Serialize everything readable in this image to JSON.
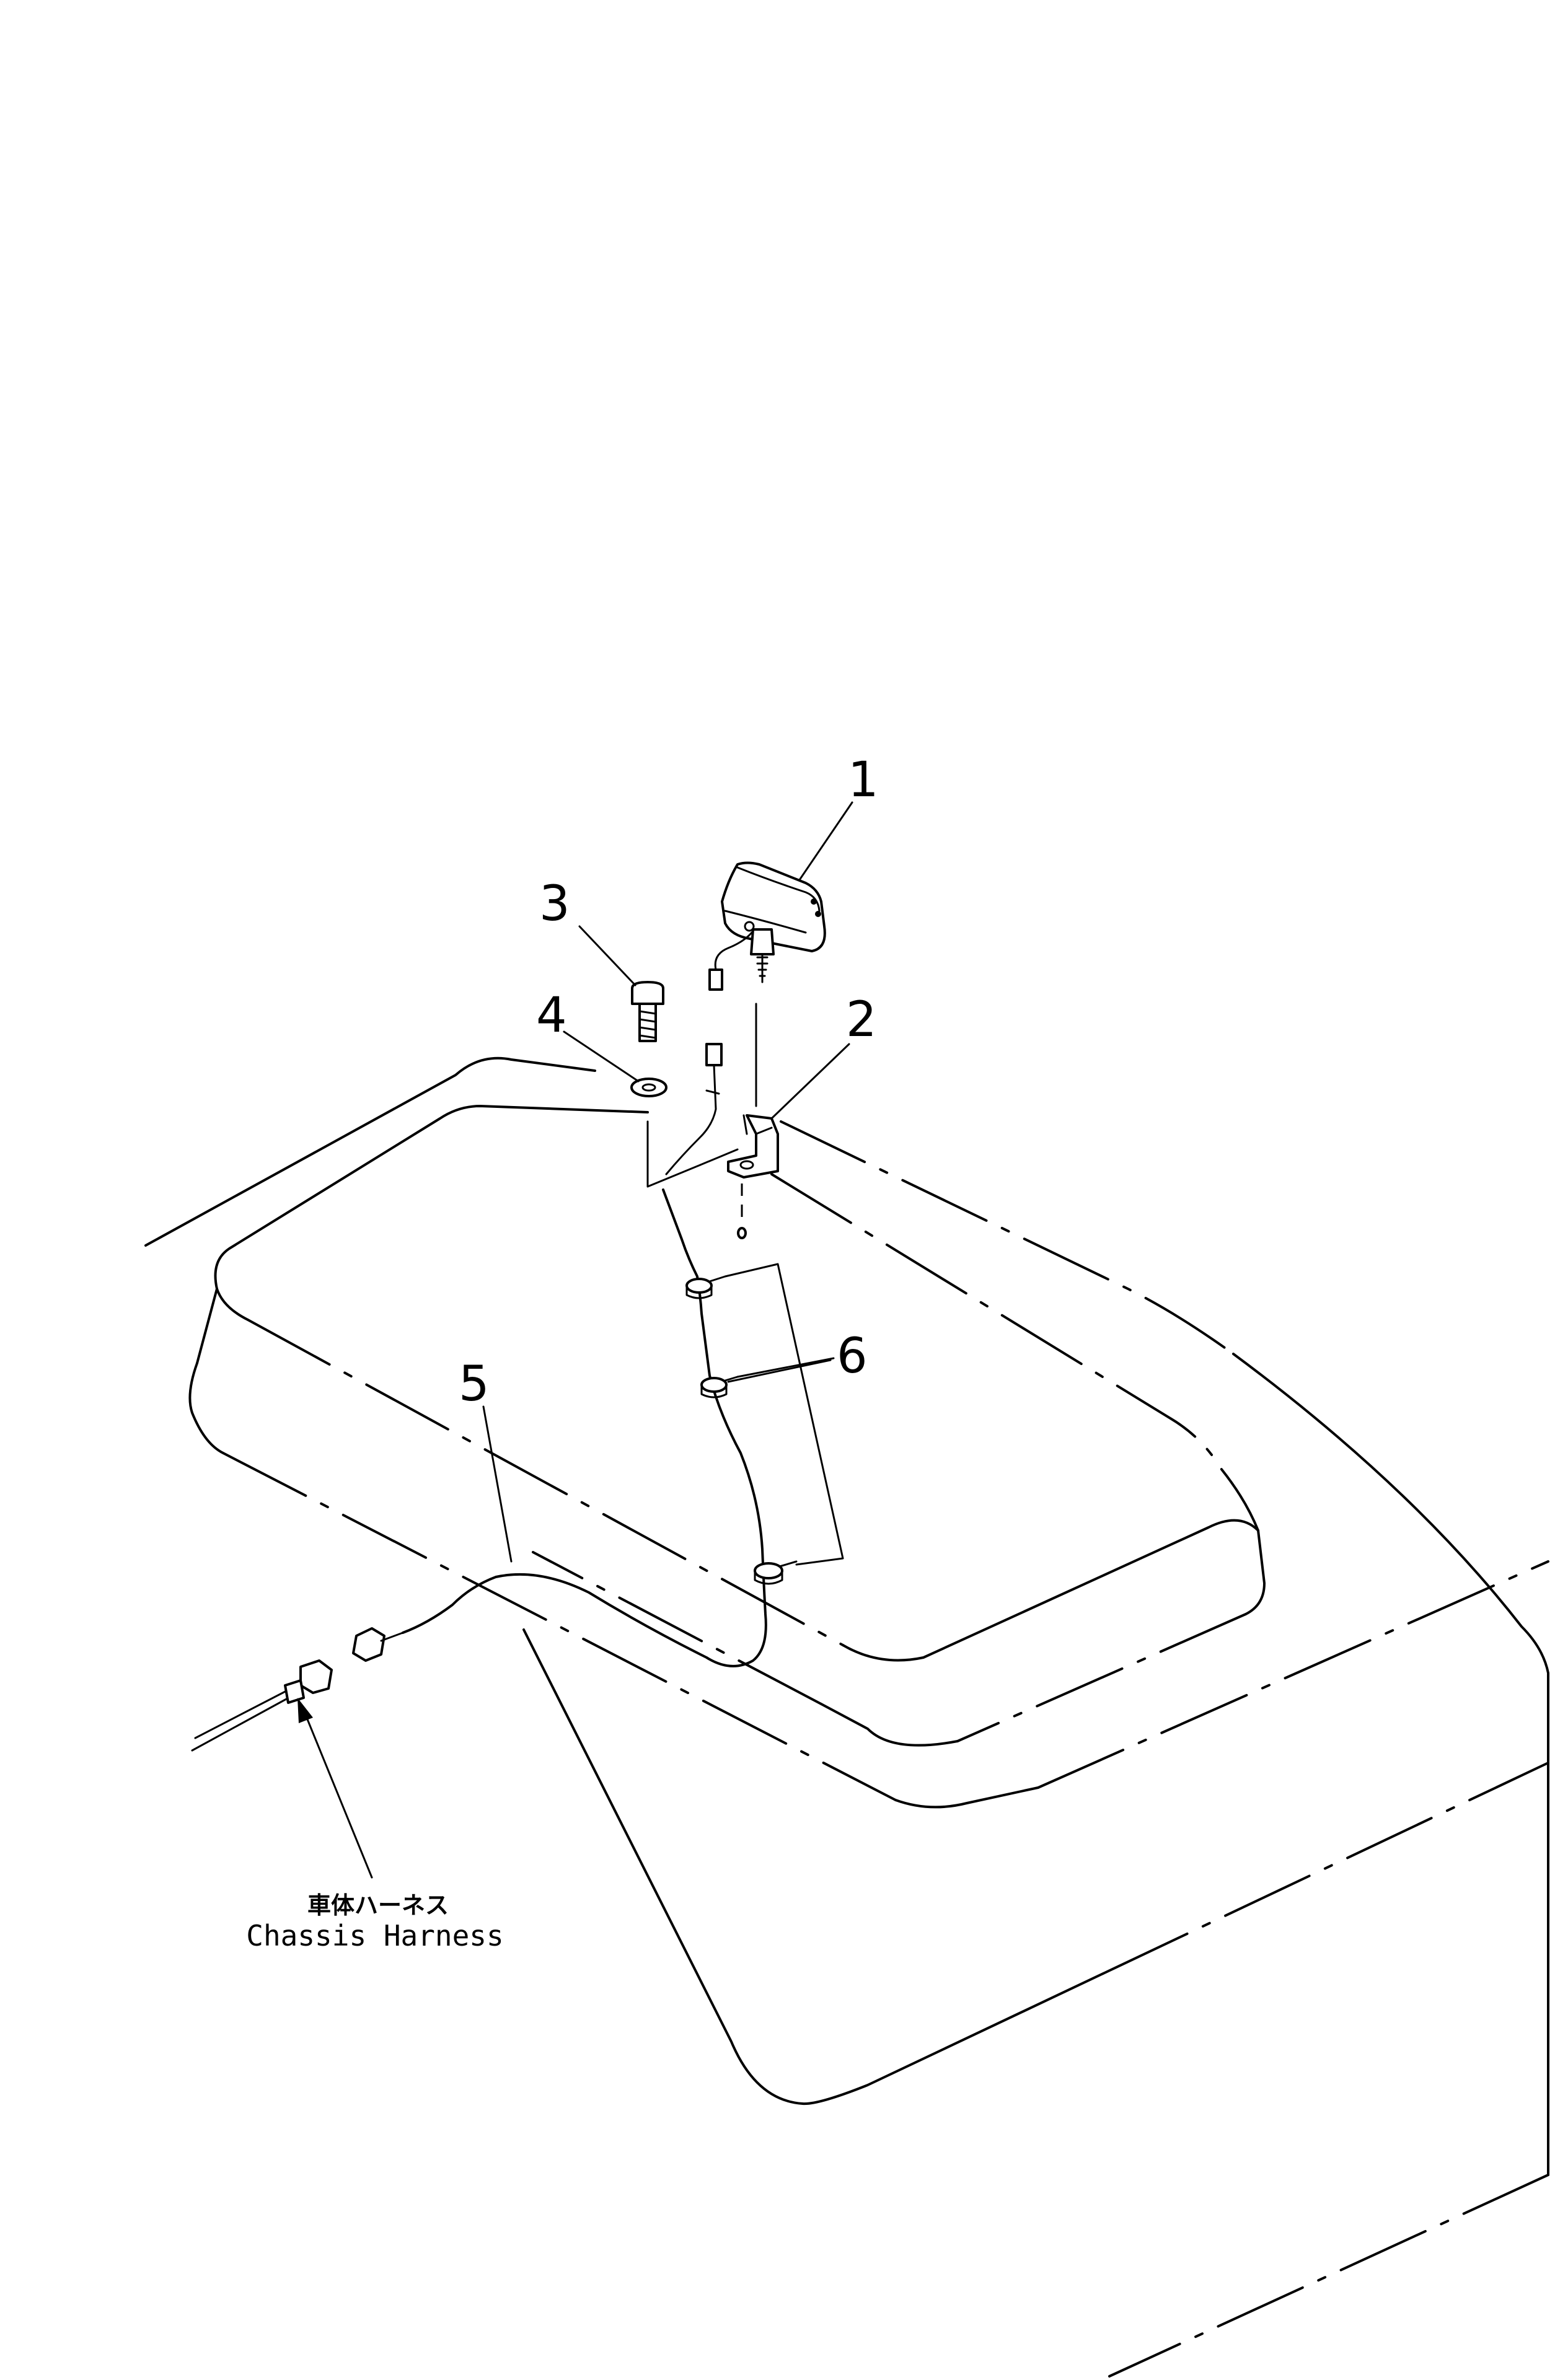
{
  "callouts": {
    "c1": "1",
    "c2": "2",
    "c3": "3",
    "c4": "4",
    "c5": "5",
    "c6": "6"
  },
  "caption": {
    "jp": "車体ハーネス",
    "en": "Chassis Harness"
  }
}
